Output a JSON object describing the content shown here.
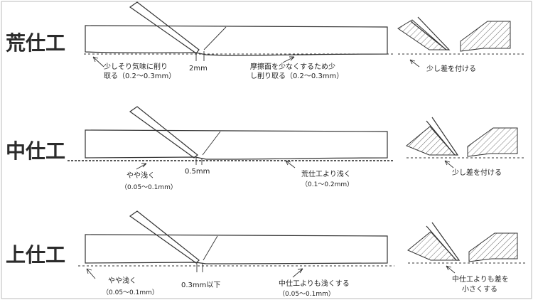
{
  "stages": [
    {
      "title": "荒仕工",
      "gap_label": "2mm",
      "left_note_1": "少しそり気味に削り",
      "left_note_2": "取る（0.2〜0.3mm）",
      "mid_note_1": "摩擦面を少なくするため少",
      "mid_note_2": "し削り取る（0.2〜0.3mm）",
      "right_note_1": "少し差を付ける",
      "right_note_2": ""
    },
    {
      "title": "中仕工",
      "gap_label": "0.5mm",
      "left_note_1": "やや浅く",
      "left_note_2": "（0.05〜0.1mm）",
      "mid_note_1": "荒仕工より浅く",
      "mid_note_2": "（0.1〜0.2mm）",
      "right_note_1": "少し差を付ける",
      "right_note_2": ""
    },
    {
      "title": "上仕工",
      "gap_label": "0.3mm以下",
      "left_note_1": "やや浅く",
      "left_note_2": "（0.05〜0.1mm）",
      "mid_note_1": "中仕工よりも浅くする",
      "mid_note_2": "（0.05〜0.1mm）",
      "right_note_1": "中仕工よりも差を",
      "right_note_2": "小さくする"
    }
  ]
}
